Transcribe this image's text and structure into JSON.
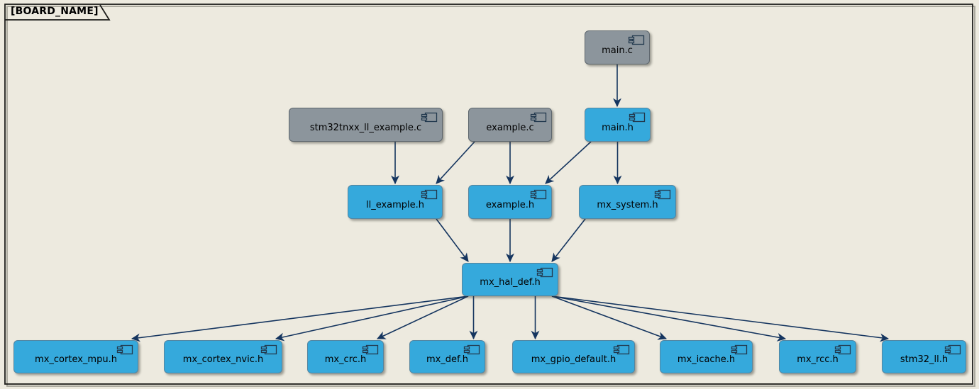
{
  "frame": {
    "title": "[BOARD_NAME]"
  },
  "colors": {
    "background": "#EDEADF",
    "header_node_fill": "#35A9DC",
    "header_node_border": "#5585A0",
    "source_node_fill": "#8C959C",
    "source_node_border": "#5D666D",
    "arrow": "#15355F",
    "frame_border": "#1D1D1B",
    "text": "#000000"
  },
  "diagram": {
    "type": "component-dependency-diagram",
    "nodes": [
      {
        "id": "main_c",
        "label": "main.c",
        "kind": "source",
        "icon": "component-icon"
      },
      {
        "id": "stm32tnxx_ll_example_c",
        "label": "stm32tnxx_ll_example.c",
        "kind": "source",
        "icon": "component-icon"
      },
      {
        "id": "example_c",
        "label": "example.c",
        "kind": "source",
        "icon": "component-icon"
      },
      {
        "id": "main_h",
        "label": "main.h",
        "kind": "header",
        "icon": "component-icon"
      },
      {
        "id": "ll_example_h",
        "label": "ll_example.h",
        "kind": "header",
        "icon": "component-icon"
      },
      {
        "id": "example_h",
        "label": "example.h",
        "kind": "header",
        "icon": "component-icon"
      },
      {
        "id": "mx_system_h",
        "label": "mx_system.h",
        "kind": "header",
        "icon": "component-icon"
      },
      {
        "id": "mx_hal_def_h",
        "label": "mx_hal_def.h",
        "kind": "header",
        "icon": "component-icon"
      },
      {
        "id": "mx_cortex_mpu_h",
        "label": "mx_cortex_mpu.h",
        "kind": "header",
        "icon": "component-icon"
      },
      {
        "id": "mx_cortex_nvic_h",
        "label": "mx_cortex_nvic.h",
        "kind": "header",
        "icon": "component-icon"
      },
      {
        "id": "mx_crc_h",
        "label": "mx_crc.h",
        "kind": "header",
        "icon": "component-icon"
      },
      {
        "id": "mx_def_h",
        "label": "mx_def.h",
        "kind": "header",
        "icon": "component-icon"
      },
      {
        "id": "mx_gpio_default_h",
        "label": "mx_gpio_default.h",
        "kind": "header",
        "icon": "component-icon"
      },
      {
        "id": "mx_icache_h",
        "label": "mx_icache.h",
        "kind": "header",
        "icon": "component-icon"
      },
      {
        "id": "mx_rcc_h",
        "label": "mx_rcc.h",
        "kind": "header",
        "icon": "component-icon"
      },
      {
        "id": "stm32_ll_h",
        "label": "stm32_ll.h",
        "kind": "header",
        "icon": "component-icon"
      }
    ],
    "edges": [
      {
        "from": "main_c",
        "to": "main_h"
      },
      {
        "from": "stm32tnxx_ll_example_c",
        "to": "ll_example_h"
      },
      {
        "from": "example_c",
        "to": "ll_example_h"
      },
      {
        "from": "example_c",
        "to": "example_h"
      },
      {
        "from": "main_h",
        "to": "example_h"
      },
      {
        "from": "main_h",
        "to": "mx_system_h"
      },
      {
        "from": "ll_example_h",
        "to": "mx_hal_def_h"
      },
      {
        "from": "example_h",
        "to": "mx_hal_def_h"
      },
      {
        "from": "mx_system_h",
        "to": "mx_hal_def_h"
      },
      {
        "from": "mx_hal_def_h",
        "to": "mx_cortex_mpu_h"
      },
      {
        "from": "mx_hal_def_h",
        "to": "mx_cortex_nvic_h"
      },
      {
        "from": "mx_hal_def_h",
        "to": "mx_crc_h"
      },
      {
        "from": "mx_hal_def_h",
        "to": "mx_def_h"
      },
      {
        "from": "mx_hal_def_h",
        "to": "mx_gpio_default_h"
      },
      {
        "from": "mx_hal_def_h",
        "to": "mx_icache_h"
      },
      {
        "from": "mx_hal_def_h",
        "to": "mx_rcc_h"
      },
      {
        "from": "mx_hal_def_h",
        "to": "stm32_ll_h"
      }
    ]
  }
}
